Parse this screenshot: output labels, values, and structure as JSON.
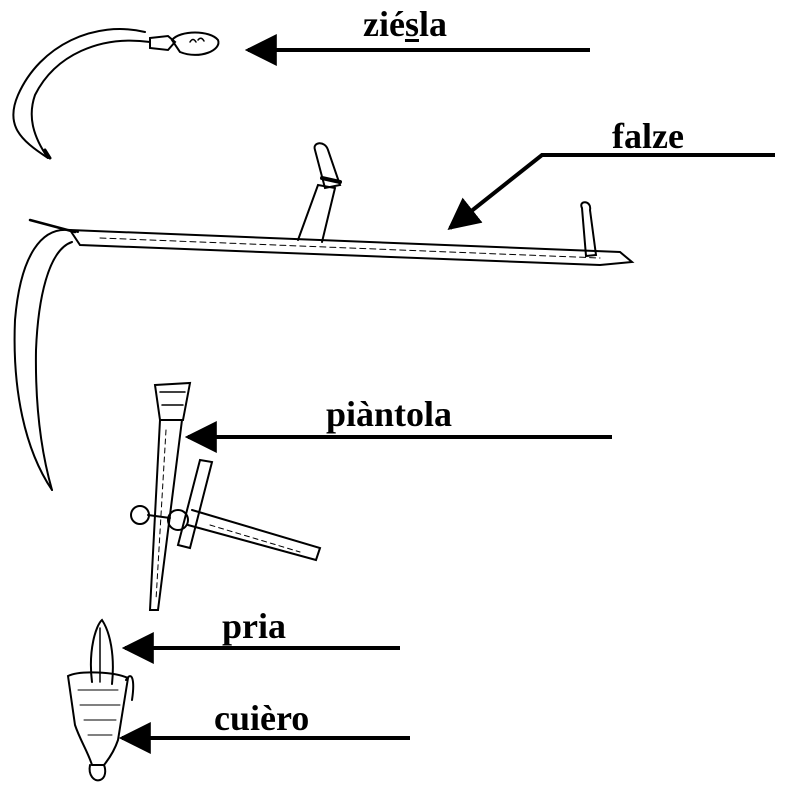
{
  "labels": {
    "ziesla_a": "zié",
    "ziesla_b": "s",
    "ziesla_c": "la",
    "falze": "falze",
    "piantola": "piàntola",
    "pria": "pria",
    "cuiero": "cuièro"
  },
  "colors": {
    "ink": "#000000",
    "paper": "#ffffff"
  }
}
